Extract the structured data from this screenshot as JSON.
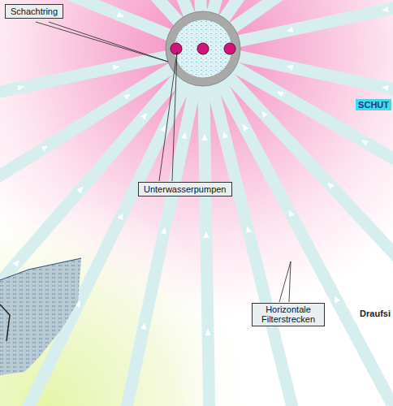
{
  "diagram": {
    "nodes": [
      {
        "text": [
          "Schachtring"
        ]
      },
      {
        "text": [
          "SCHUT"
        ]
      },
      {
        "text": [
          "Unterwasserpumpen"
        ]
      },
      {
        "text": [
          "Horizontale Filterstrecken"
        ]
      }
    ],
    "labels": [
      "Draufsi"
    ]
  }
}
